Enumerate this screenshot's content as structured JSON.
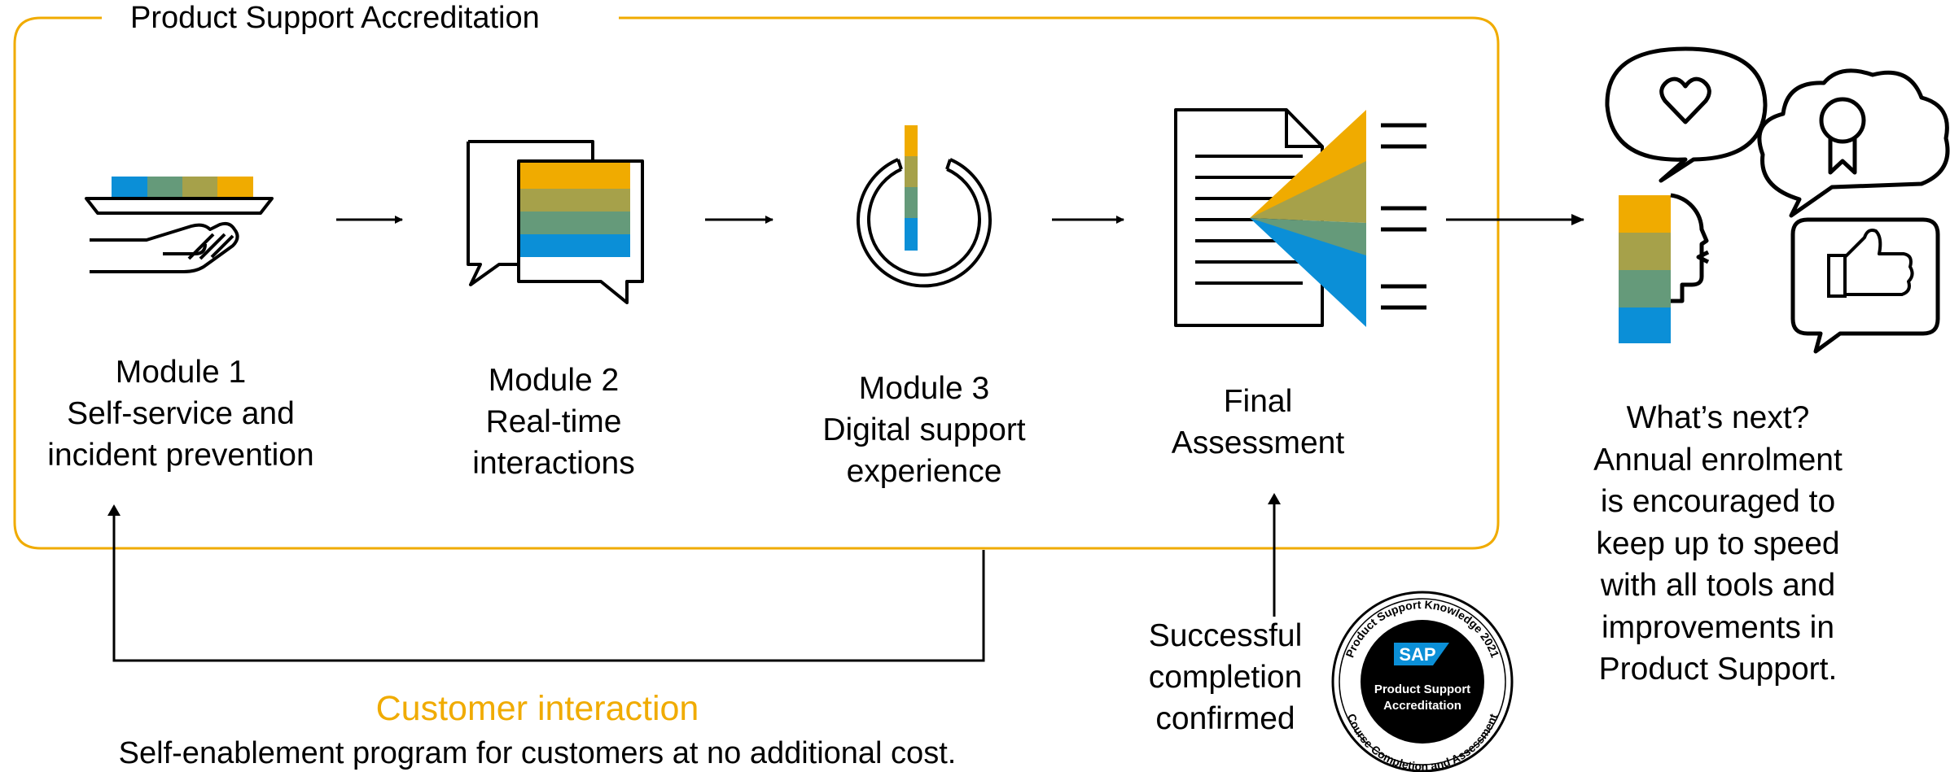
{
  "frame": {
    "title": "Product Support Accreditation"
  },
  "modules": [
    {
      "name": "Module 1",
      "lines": [
        "Self-service and",
        "incident prevention"
      ]
    },
    {
      "name": "Module 2",
      "lines": [
        "Real-time",
        "interactions"
      ]
    },
    {
      "name": "Module 3",
      "lines": [
        "Digital support",
        "experience"
      ]
    },
    {
      "name": "Final",
      "lines": [
        "Assessment"
      ]
    }
  ],
  "next": {
    "lines": [
      "What’s next?",
      "Annual enrolment",
      "is encouraged to",
      "keep up to speed",
      "with all tools and",
      "improvements in",
      "Product Support."
    ]
  },
  "completion": {
    "lines": [
      "Successful",
      "completion",
      "confirmed"
    ]
  },
  "customer": {
    "title": "Customer interaction",
    "subtitle": "Self-enablement program for customers at no additional cost."
  },
  "badge": {
    "logo": "SAP",
    "line1": "Product Support",
    "line2": "Accreditation",
    "ring_top": "Product Support Knowledge 2021",
    "ring_bottom": "Course Completion and Assessment"
  },
  "colors": {
    "accent": "#f0ab00",
    "gold": "#f0ab00",
    "olive": "#a6a14a",
    "sage": "#659a7a",
    "blue": "#0b8fd7"
  }
}
